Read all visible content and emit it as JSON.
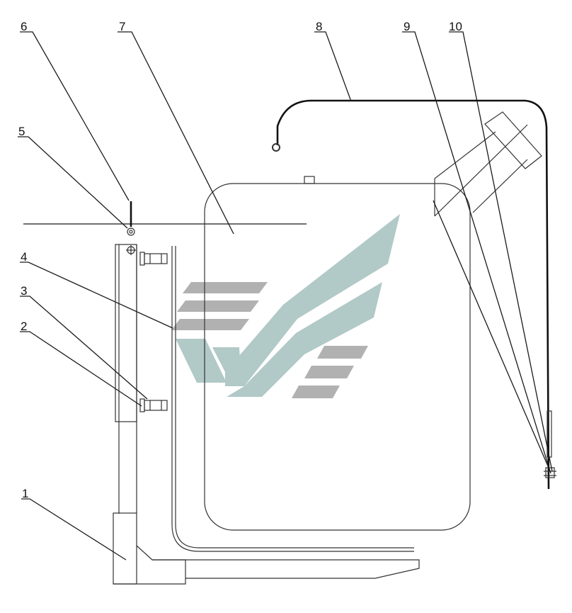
{
  "callouts": [
    {
      "id": "1",
      "text": "1"
    },
    {
      "id": "2",
      "text": "2"
    },
    {
      "id": "3",
      "text": "3"
    },
    {
      "id": "4",
      "text": "4"
    },
    {
      "id": "5",
      "text": "5"
    },
    {
      "id": "6",
      "text": "6"
    },
    {
      "id": "7",
      "text": "7"
    },
    {
      "id": "8",
      "text": "8"
    },
    {
      "id": "9",
      "text": "9"
    },
    {
      "id": "10",
      "text": "10"
    }
  ],
  "colors": {
    "line": "#1a1a1a",
    "watermark_gray": "#a9a9a9",
    "watermark_teal": "#a9c4c1",
    "background": "#ffffff"
  },
  "watermark": {
    "type": "logo",
    "description_icon": "stripes-logo"
  }
}
